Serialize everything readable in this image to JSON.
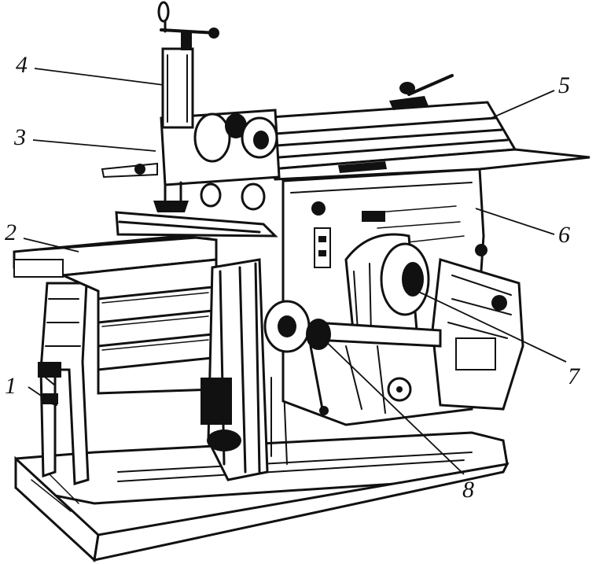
{
  "diagram": {
    "callouts": [
      {
        "label": "1"
      },
      {
        "label": "2"
      },
      {
        "label": "3"
      },
      {
        "label": "4"
      },
      {
        "label": "5"
      },
      {
        "label": "6"
      },
      {
        "label": "7"
      },
      {
        "label": "8"
      }
    ]
  },
  "colors": {
    "ink": "#111111",
    "paper": "#ffffff"
  }
}
